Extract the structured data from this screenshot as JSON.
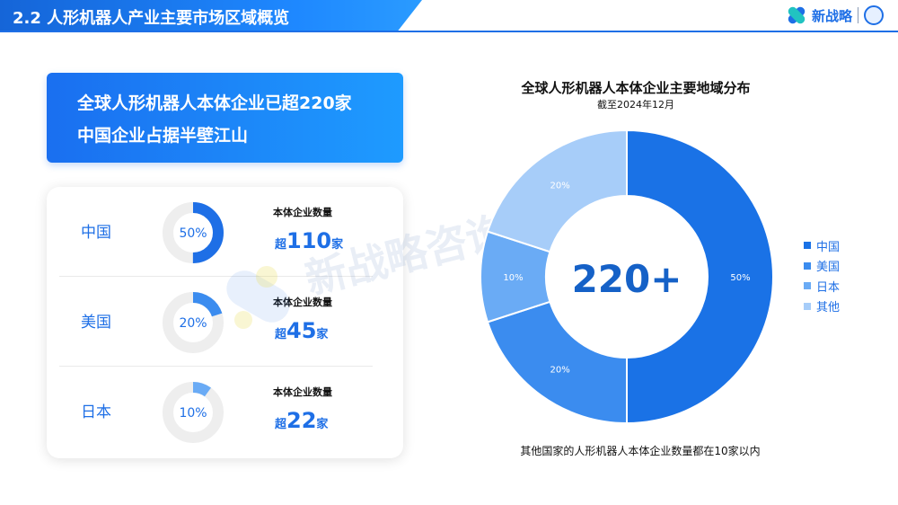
{
  "header": {
    "title": "2.2  人形机器人产业主要市场区域概览",
    "logo_text": "新战略"
  },
  "headline": {
    "line1": "全球人形机器人本体企业已超220家",
    "line2": "中国企业占据半壁江山"
  },
  "countries": [
    {
      "name": "中国",
      "pct_label": "50%",
      "share": 0.5,
      "stat_label": "本体企业数量",
      "prefix": "超",
      "number": "110",
      "suffix": "家"
    },
    {
      "name": "美国",
      "pct_label": "20%",
      "share": 0.2,
      "stat_label": "本体企业数量",
      "prefix": "超",
      "number": "45",
      "suffix": "家"
    },
    {
      "name": "日本",
      "pct_label": "10%",
      "share": 0.1,
      "stat_label": "本体企业数量",
      "prefix": "超",
      "number": "22",
      "suffix": "家"
    }
  ],
  "watermark": "新战略咨询",
  "colors": {
    "accent": "#1e6fe6",
    "track": "#eeeeee",
    "china": "#1a72e6",
    "usa": "#3b8cef",
    "japan": "#6aabf5",
    "other": "#a7cdf9"
  },
  "chart_data": {
    "type": "pie",
    "title": "全球人形机器人本体企业主要地域分布",
    "subtitle": "截至2024年12月",
    "center_label": "220+",
    "categories": [
      "中国",
      "美国",
      "日本",
      "其他"
    ],
    "values": [
      50,
      20,
      10,
      20
    ],
    "value_labels": [
      "50%",
      "20%",
      "10%",
      "20%"
    ],
    "colors": [
      "#1a72e6",
      "#3b8cef",
      "#6aabf5",
      "#a7cdf9"
    ],
    "legend": "right"
  },
  "footnote": "其他国家的人形机器人本体企业数量都在10家以内"
}
